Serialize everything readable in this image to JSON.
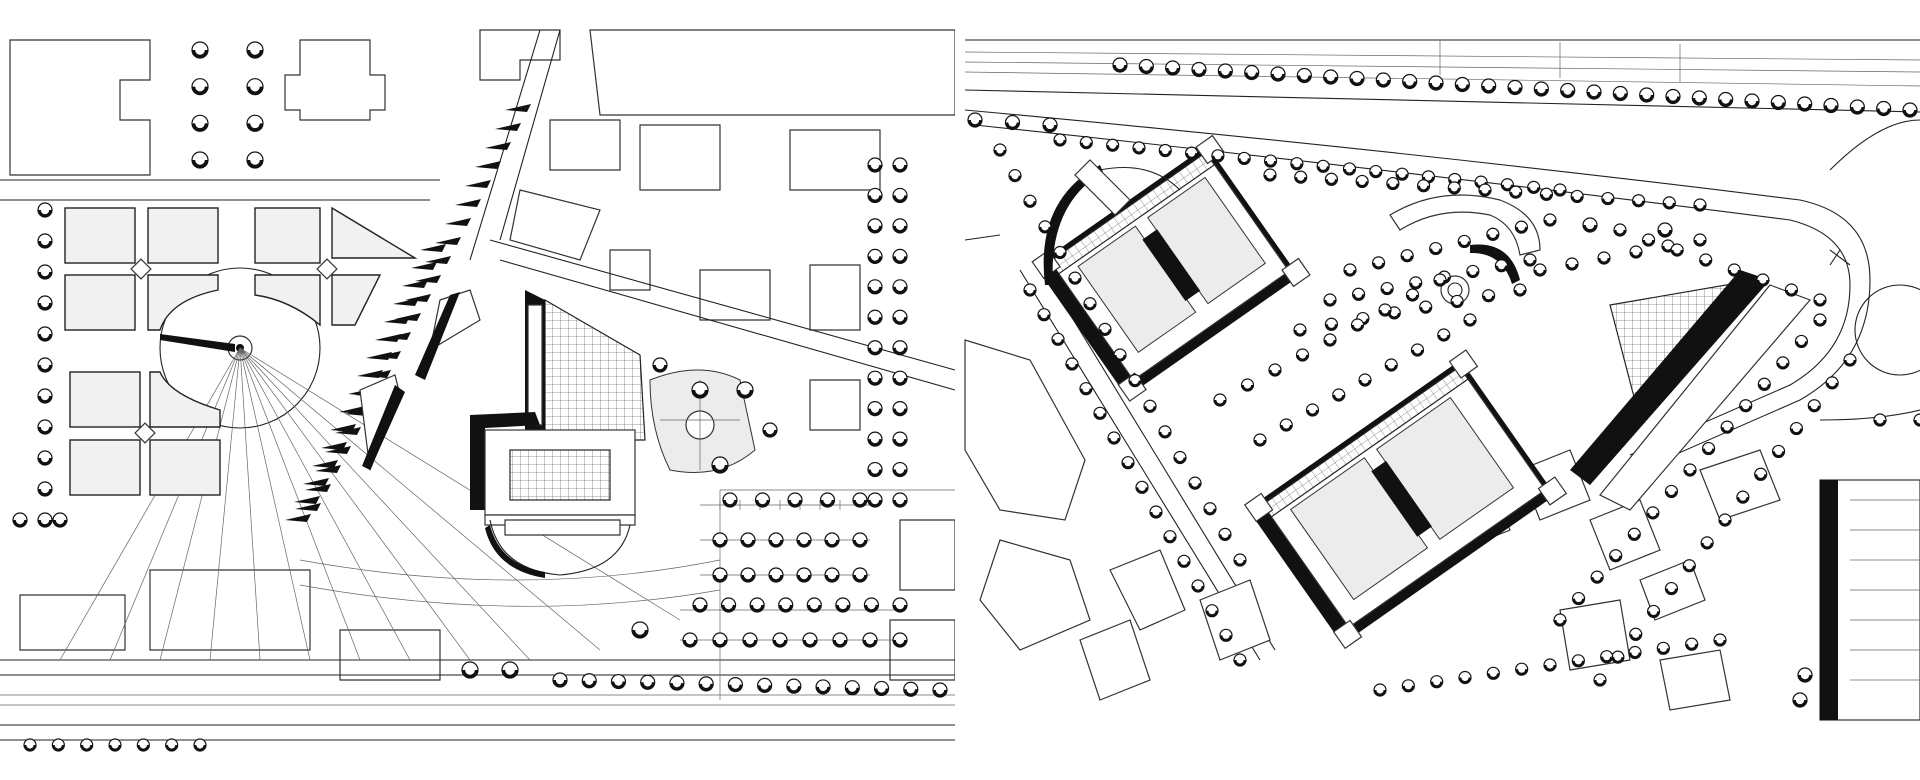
{
  "figure": {
    "panels": [
      "left-site-plan",
      "right-site-plan"
    ],
    "colors": {
      "ink": "#111111",
      "paper": "#ffffff",
      "fill_light": "#ececec"
    },
    "icons": [
      "tree-symbol",
      "building-footprint",
      "courtyard-garden",
      "parking-lot",
      "rail-track"
    ]
  }
}
